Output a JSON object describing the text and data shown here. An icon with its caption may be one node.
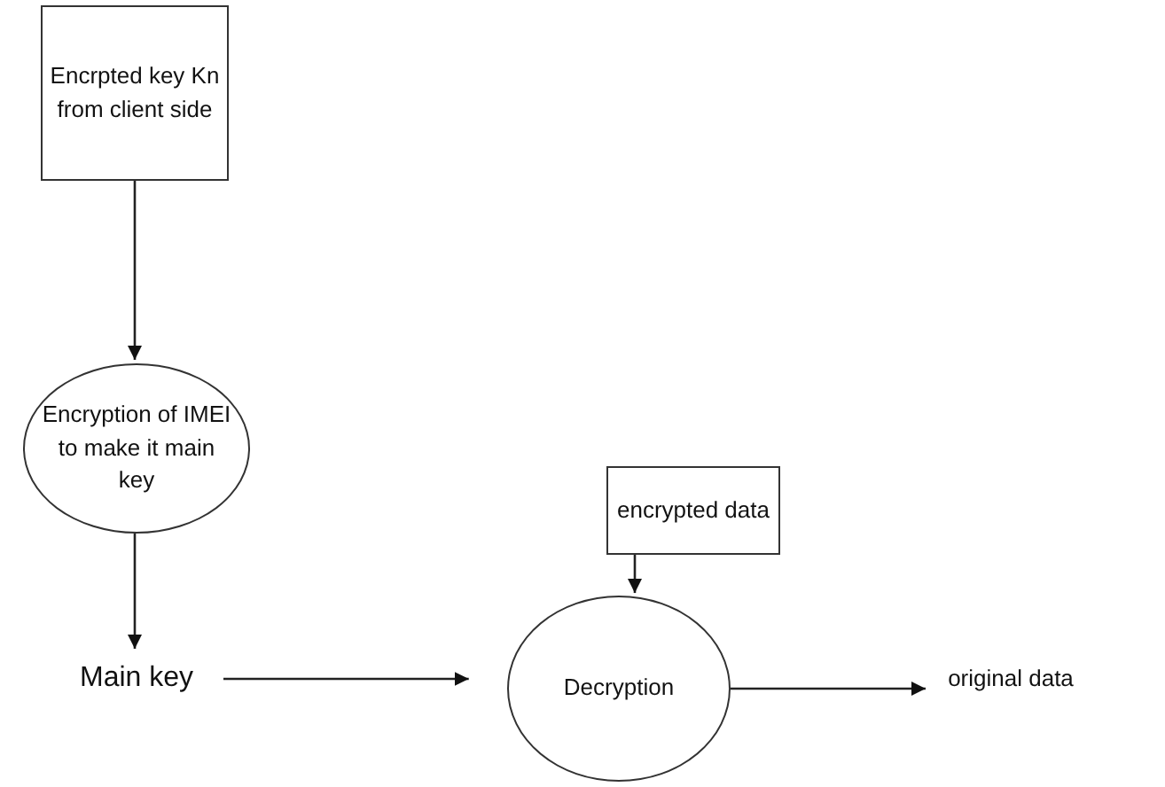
{
  "diagram": {
    "nodes": [
      {
        "text": [
          "Encrpted key Kn from client side"
        ]
      },
      {
        "text": [
          "Encryption of IMEI to make it main key"
        ]
      },
      {
        "text": [
          "Main key"
        ]
      },
      {
        "text": [
          "encrypted data"
        ]
      },
      {
        "text": [
          "Decryption"
        ]
      },
      {
        "text": [
          "original data"
        ]
      }
    ],
    "edges": [
      {
        "from": 0,
        "to": 1,
        "arrow": "to"
      },
      {
        "from": 1,
        "to": 2,
        "arrow": "to"
      },
      {
        "from": 2,
        "to": 4,
        "arrow": "to"
      },
      {
        "from": 3,
        "to": 4,
        "arrow": "to"
      },
      {
        "from": 4,
        "to": 5,
        "arrow": "to"
      }
    ]
  }
}
